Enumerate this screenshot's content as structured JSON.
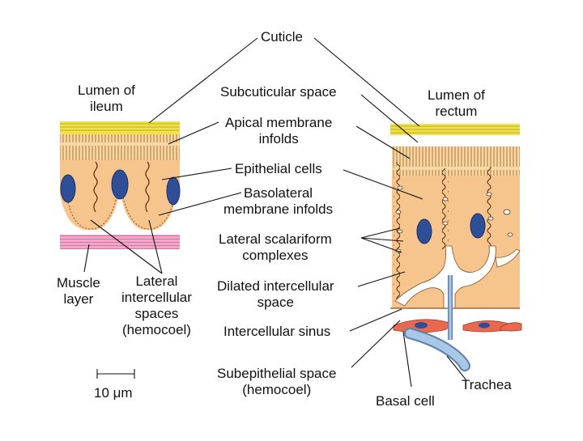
{
  "labels": {
    "cuticle": "Cuticle",
    "lumen_ileum": [
      "Lumen of",
      "ileum"
    ],
    "lumen_rectum": [
      "Lumen of",
      "rectum"
    ],
    "subcuticular_space": "Subcuticular space",
    "apical_infolds": [
      "Apical membrane",
      "infolds"
    ],
    "epithelial_cells": "Epithelial cells",
    "basolateral_infolds": [
      "Basolateral",
      "membrane infolds"
    ],
    "lateral_scalariform": [
      "Lateral scalariform",
      "complexes"
    ],
    "dilated_intercellular": [
      "Dilated intercellular",
      "space"
    ],
    "intercellular_sinus": "Intercellular sinus",
    "subepithelial_space": [
      "Subepithelial space",
      "(hemocoel)"
    ],
    "muscle_layer": [
      "Muscle",
      "layer"
    ],
    "lateral_intercellular": [
      "Lateral",
      "intercellular",
      "spaces",
      "(hemocoel)"
    ],
    "trachea": "Trachea",
    "basal_cell": "Basal cell",
    "scale_bar": "10 μm"
  },
  "colors": {
    "cuticle": "#f2e24a",
    "cytoplasm": "#f6c58e",
    "apical_zone": "#f9d8a4",
    "nucleus": "#2e4f97",
    "muscle": "#f2a6c8",
    "basal_cell": "#e9694f",
    "trachea": "#a9c7e6",
    "outline": "#6b3d1a"
  }
}
